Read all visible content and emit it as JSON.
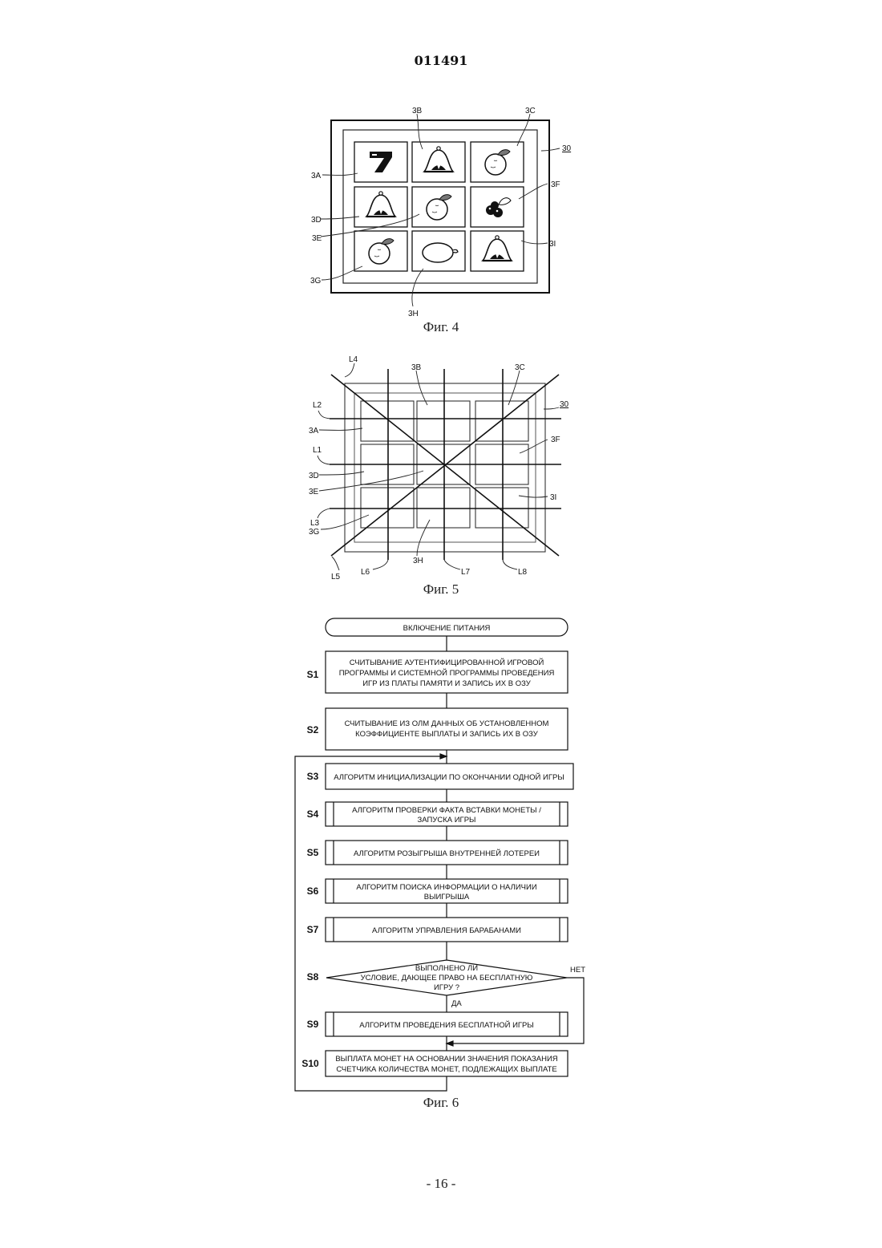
{
  "header": {
    "doc_number": "011491"
  },
  "fig4": {
    "caption": "Фиг. 4",
    "labels": {
      "3A": "3A",
      "3B": "3B",
      "3C": "3C",
      "3D": "3D",
      "3E": "3E",
      "3F": "3F",
      "3G": "3G",
      "3H": "3H",
      "3I": "3I",
      "30": "30"
    },
    "symbols": [
      "seven",
      "bell",
      "orange",
      "bell",
      "orange",
      "cherry",
      "orange",
      "lemon",
      "bell"
    ]
  },
  "fig5": {
    "caption": "Фиг. 5",
    "labels": {
      "L1": "L1",
      "L2": "L2",
      "L3": "L3",
      "L4": "L4",
      "L5": "L5",
      "L6": "L6",
      "L7": "L7",
      "L8": "L8",
      "3A": "3A",
      "3B": "3B",
      "3C": "3C",
      "3D": "3D",
      "3E": "3E",
      "3F": "3F",
      "3G": "3G",
      "3H": "3H",
      "3I": "3I",
      "30": "30"
    }
  },
  "fig6": {
    "caption": "Фиг. 6",
    "start": "ВКЛЮЧЕНИЕ ПИТАНИЯ",
    "steps": [
      {
        "id": "S1",
        "lines": [
          "СЧИТЫВАНИЕ АУТЕНТИФИЦИРОВАННОЙ ИГРОВОЙ",
          "ПРОГРАММЫ И СИСТЕМНОЙ ПРОГРАММЫ ПРОВЕДЕНИЯ",
          "ИГР ИЗ ПЛАТЫ ПАМЯТИ И ЗАПИСЬ ИХ В ОЗУ"
        ]
      },
      {
        "id": "S2",
        "lines": [
          "СЧИТЫВАНИЕ ИЗ ОЛМ ДАННЫХ ОБ УСТАНОВЛЕННОМ",
          "КОЭФФИЦИЕНТЕ ВЫПЛАТЫ И ЗАПИСЬ ИХ В ОЗУ"
        ]
      },
      {
        "id": "S3",
        "lines": [
          "АЛГОРИТМ ИНИЦИАЛИЗАЦИИ ПО ОКОНЧАНИИ ОДНОЙ ИГРЫ"
        ]
      },
      {
        "id": "S4",
        "lines": [
          "АЛГОРИТМ ПРОВЕРКИ ФАКТА ВСТАВКИ МОНЕТЫ /",
          "ЗАПУСКА ИГРЫ"
        ]
      },
      {
        "id": "S5",
        "lines": [
          "АЛГОРИТМ РОЗЫГРЫША ВНУТРЕННЕЙ ЛОТЕРЕИ"
        ]
      },
      {
        "id": "S6",
        "lines": [
          "АЛГОРИТМ ПОИСКА ИНФОРМАЦИИ О НАЛИЧИИ",
          "ВЫИГРЫША"
        ]
      },
      {
        "id": "S7",
        "lines": [
          "АЛГОРИТМ УПРАВЛЕНИЯ БАРАБАНАМИ"
        ]
      },
      {
        "id": "S8",
        "lines": [
          "ВЫПОЛНЕНО ЛИ",
          "УСЛОВИЕ, ДАЮЩЕЕ ПРАВО НА БЕСПЛАТНУЮ",
          "ИГРУ ?"
        ]
      },
      {
        "id": "S9",
        "lines": [
          "АЛГОРИТМ ПРОВЕДЕНИЯ БЕСПЛАТНОЙ ИГРЫ"
        ]
      },
      {
        "id": "S10",
        "lines": [
          "ВЫПЛАТА МОНЕТ НА ОСНОВАНИИ ЗНАЧЕНИЯ ПОКАЗАНИЯ",
          "СЧЕТЧИКА КОЛИЧЕСТВА МОНЕТ, ПОДЛЕЖАЩИХ ВЫПЛАТЕ"
        ]
      }
    ],
    "yes": "ДА",
    "no": "НЕТ"
  },
  "page_number": "- 16 -"
}
